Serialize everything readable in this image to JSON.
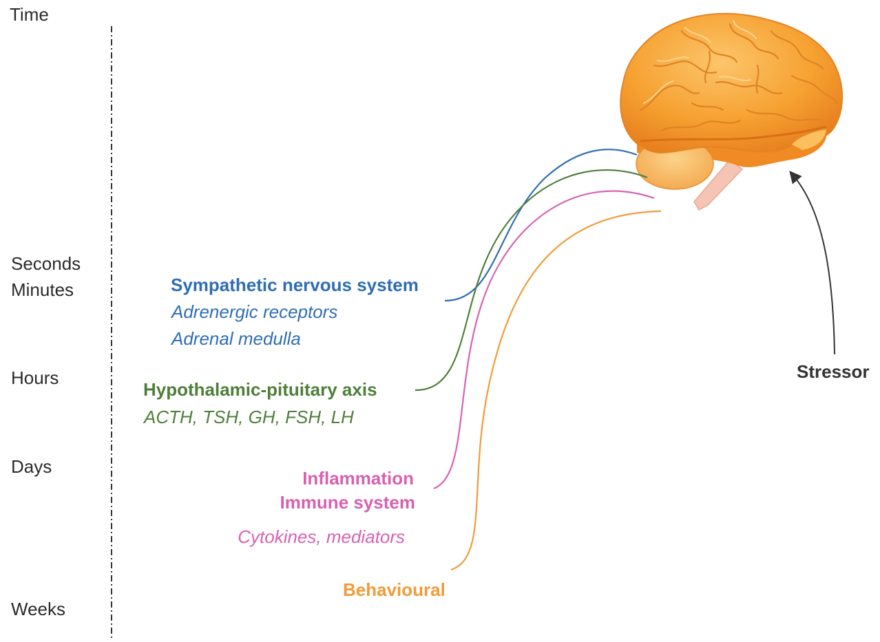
{
  "time_axis": {
    "title": "Time",
    "labels": [
      "Seconds",
      "Minutes",
      "Hours",
      "Days",
      "Weeks"
    ]
  },
  "responses": {
    "sympathetic": {
      "title": "Sympathetic nervous system",
      "items": [
        "Adrenergic receptors",
        "Adrenal medulla"
      ],
      "color": "#2f6db3"
    },
    "hpa": {
      "title": "Hypothalamic-pituitary axis",
      "items": [
        "ACTH, TSH, GH, FSH, LH"
      ],
      "color": "#4e7f3a"
    },
    "immune": {
      "title_lines": [
        "Inflammation",
        "Immune system"
      ],
      "items": [
        "Cytokines, mediators"
      ],
      "color": "#d661b3"
    },
    "behavioural": {
      "title": "Behavioural",
      "color": "#f29b38"
    }
  },
  "stressor": {
    "label": "Stressor",
    "color": "#333333"
  },
  "brain": {
    "colors": {
      "cortex": "#f7a232",
      "cortex_light": "#fbc46a",
      "cerebellum": "#f9c06a",
      "stem": "#f6c4b4"
    }
  }
}
